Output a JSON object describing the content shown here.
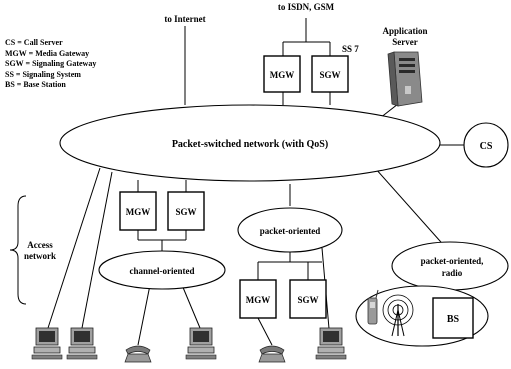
{
  "legend": {
    "cs": "CS = Call Server",
    "mgw": "MGW = Media Gateway",
    "sgw": "SGW = Signaling Gateway",
    "ss": "SS = Signaling System",
    "bs": "BS = Base Station"
  },
  "labels": {
    "to_internet": "to Internet",
    "to_isdn_gsm": "to ISDN, GSM",
    "ss7": "SS 7",
    "application_server_line1": "Application",
    "application_server_line2": "Server",
    "core_network": "Packet-switched network (with QoS)",
    "cs": "CS",
    "access_network_line1": "Access",
    "access_network_line2": "network",
    "channel_oriented": "channel-oriented",
    "packet_oriented": "packet-oriented",
    "packet_oriented_radio_line1": "packet-oriented,",
    "packet_oriented_radio_line2": "radio",
    "bs": "BS"
  },
  "gateways": {
    "top_mgw": "MGW",
    "top_sgw": "SGW",
    "left_mgw": "MGW",
    "left_sgw": "SGW",
    "mid_mgw": "MGW",
    "mid_sgw": "SGW"
  }
}
